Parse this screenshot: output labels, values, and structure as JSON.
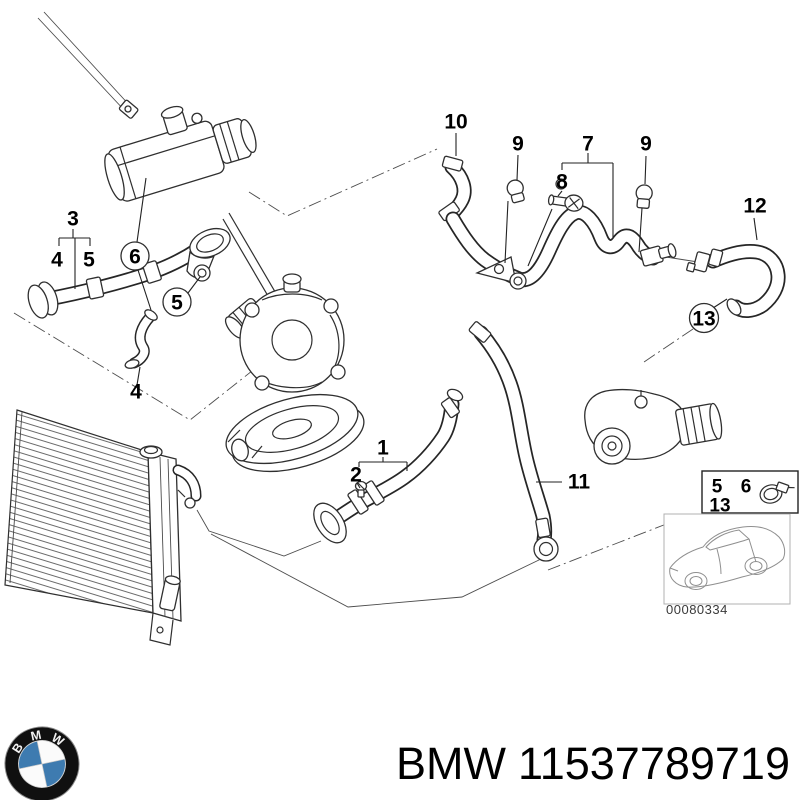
{
  "footer": {
    "brand": "BMW",
    "part_number": "11537789719"
  },
  "logo": {
    "letters": [
      "B",
      "M",
      "W"
    ],
    "blue": "#3e7bb0"
  },
  "diagram": {
    "code": "00080334",
    "callouts": {
      "n3": "3",
      "n4a": "4",
      "n5a": "5",
      "c6": "6",
      "c5": "5",
      "n4b": "4",
      "n10": "10",
      "n9a": "9",
      "n7": "7",
      "n8": "8",
      "n9b": "9",
      "n12": "12",
      "c13": "13",
      "n1": "1",
      "n2": "2",
      "n11": "11"
    },
    "inset": {
      "n5": "5",
      "n6": "6",
      "n13": "13"
    }
  }
}
